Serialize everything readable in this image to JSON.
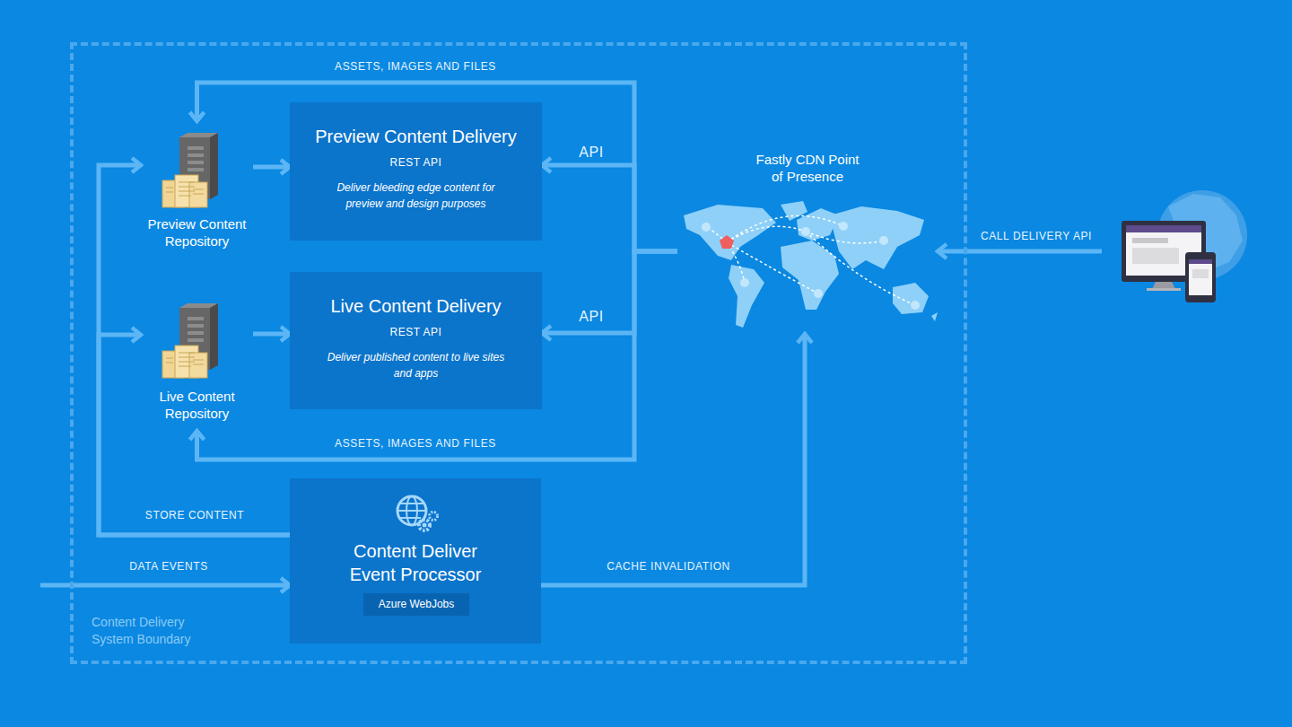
{
  "diagram": {
    "nodes": [
      {
        "text": [
          "Content Delivery System Boundary"
        ]
      },
      {
        "text": [
          "Preview Content Repository"
        ],
        "in": 0
      },
      {
        "text": [
          "Preview Content Delivery",
          "REST API",
          "Deliver bleeding edge content for preview and design purposes"
        ],
        "in": 0
      },
      {
        "text": [
          "Live Content Repository"
        ],
        "in": 0
      },
      {
        "text": [
          "Live Content Delivery",
          "REST API",
          "Deliver published content to live sites and apps"
        ],
        "in": 0
      },
      {
        "text": [
          "Content Deliver Event Processor"
        ],
        "in": 0
      },
      {
        "text": [
          "Azure WebJobs"
        ],
        "in": 5
      },
      {
        "text": [
          "Fastly CDN Point of Presence"
        ]
      }
    ],
    "edges": [
      {
        "from": 5,
        "to": 1,
        "label": "STORE CONTENT",
        "arrow": "to"
      },
      {
        "from": 5,
        "to": 3,
        "arrow": "to"
      },
      {
        "from": 1,
        "to": 2,
        "arrow": "to"
      },
      {
        "from": 3,
        "to": 4,
        "arrow": "to"
      },
      {
        "from": 7,
        "to": 2,
        "label": "API",
        "arrow": "to"
      },
      {
        "from": 7,
        "to": 4,
        "label": "API",
        "arrow": "to"
      },
      {
        "from": 7,
        "to": 1,
        "label": "ASSETS, IMAGES AND FILES",
        "arrow": "to"
      },
      {
        "from": 7,
        "to": 3,
        "label": "ASSETS, IMAGES AND FILES",
        "arrow": "to"
      },
      {
        "from": 5,
        "to": 7,
        "label": "CACHE INVALIDATION",
        "arrow": "to"
      }
    ],
    "labels": [
      "DATA EVENTS",
      "CALL DELIVERY API"
    ]
  }
}
